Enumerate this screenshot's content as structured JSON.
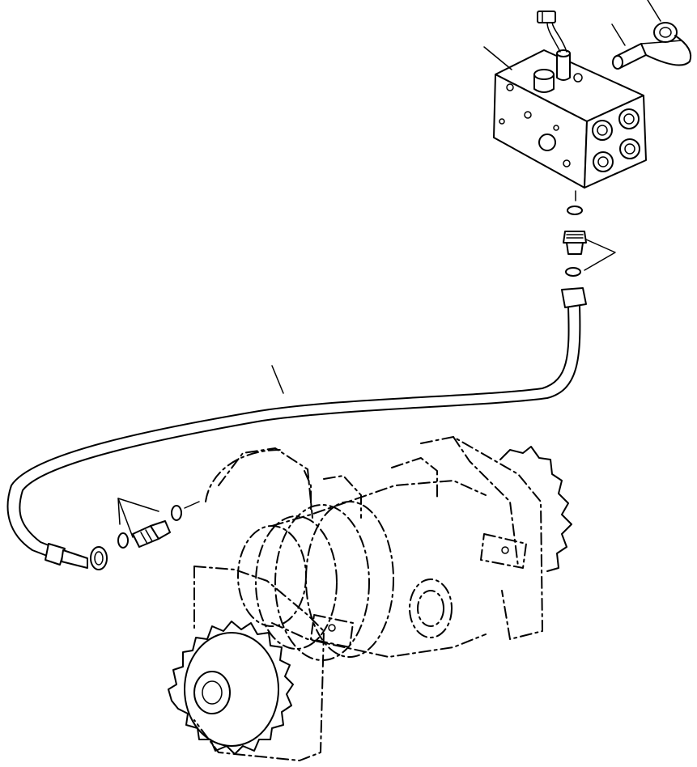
{
  "diagram": {
    "parts": [
      {
        "id": "valve-block",
        "kind": "solid"
      },
      {
        "id": "electrical-connector",
        "kind": "solid"
      },
      {
        "id": "quick-coupler-with-cap",
        "kind": "solid"
      },
      {
        "id": "upper-o-ring",
        "kind": "solid"
      },
      {
        "id": "upper-adapter-fitting",
        "kind": "solid"
      },
      {
        "id": "lower-o-ring-top",
        "kind": "solid"
      },
      {
        "id": "hose-assembly",
        "kind": "solid"
      },
      {
        "id": "lower-adapter-fitting",
        "kind": "solid"
      },
      {
        "id": "lower-o-ring-left",
        "kind": "solid"
      },
      {
        "id": "lower-o-ring-right",
        "kind": "solid"
      },
      {
        "id": "travel-motor-final-drive",
        "kind": "phantom"
      }
    ],
    "callouts": [
      {
        "target": "valve-block",
        "label": ""
      },
      {
        "target": "quick-coupler-with-cap",
        "label": ""
      },
      {
        "target": "quick-coupler-fitting",
        "label": ""
      },
      {
        "target": "upper-fitting-group",
        "label": ""
      },
      {
        "target": "hose-assembly",
        "label": ""
      },
      {
        "target": "lower-fitting-group",
        "label": ""
      }
    ]
  }
}
